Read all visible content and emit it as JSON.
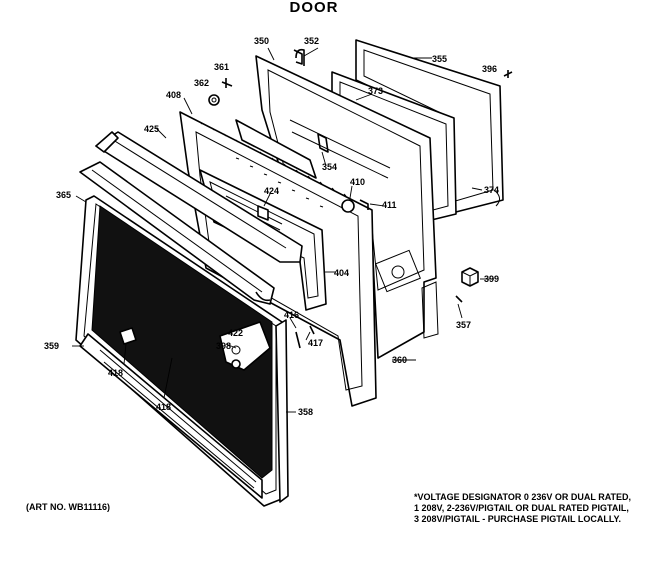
{
  "diagram": {
    "title": "DOOR",
    "art_number": "(ART NO. WB11116)",
    "note_lines": [
      "*VOLTAGE DESIGNATOR 0  236V OR DUAL RATED,",
      "1  208V, 2-236V/PIGTAIL OR DUAL RATED PIGTAIL,",
      "3  208V/PIGTAIL - PURCHASE PIGTAIL LOCALLY."
    ],
    "callouts": {
      "c350": "350",
      "c352": "352",
      "c355": "355",
      "c396": "396",
      "c361": "361",
      "c362": "362",
      "c373": "373",
      "c408": "408",
      "c425": "425",
      "c354": "354",
      "c374": "374",
      "c410": "410",
      "c411": "411",
      "c365": "365",
      "c424": "424",
      "c399": "399",
      "c404": "404",
      "c357": "357",
      "c416": "416",
      "c422": "422",
      "c359": "359",
      "c398": "398",
      "c417": "417",
      "c418a": "418",
      "c360": "360",
      "c418b": "418",
      "c358": "358"
    }
  }
}
